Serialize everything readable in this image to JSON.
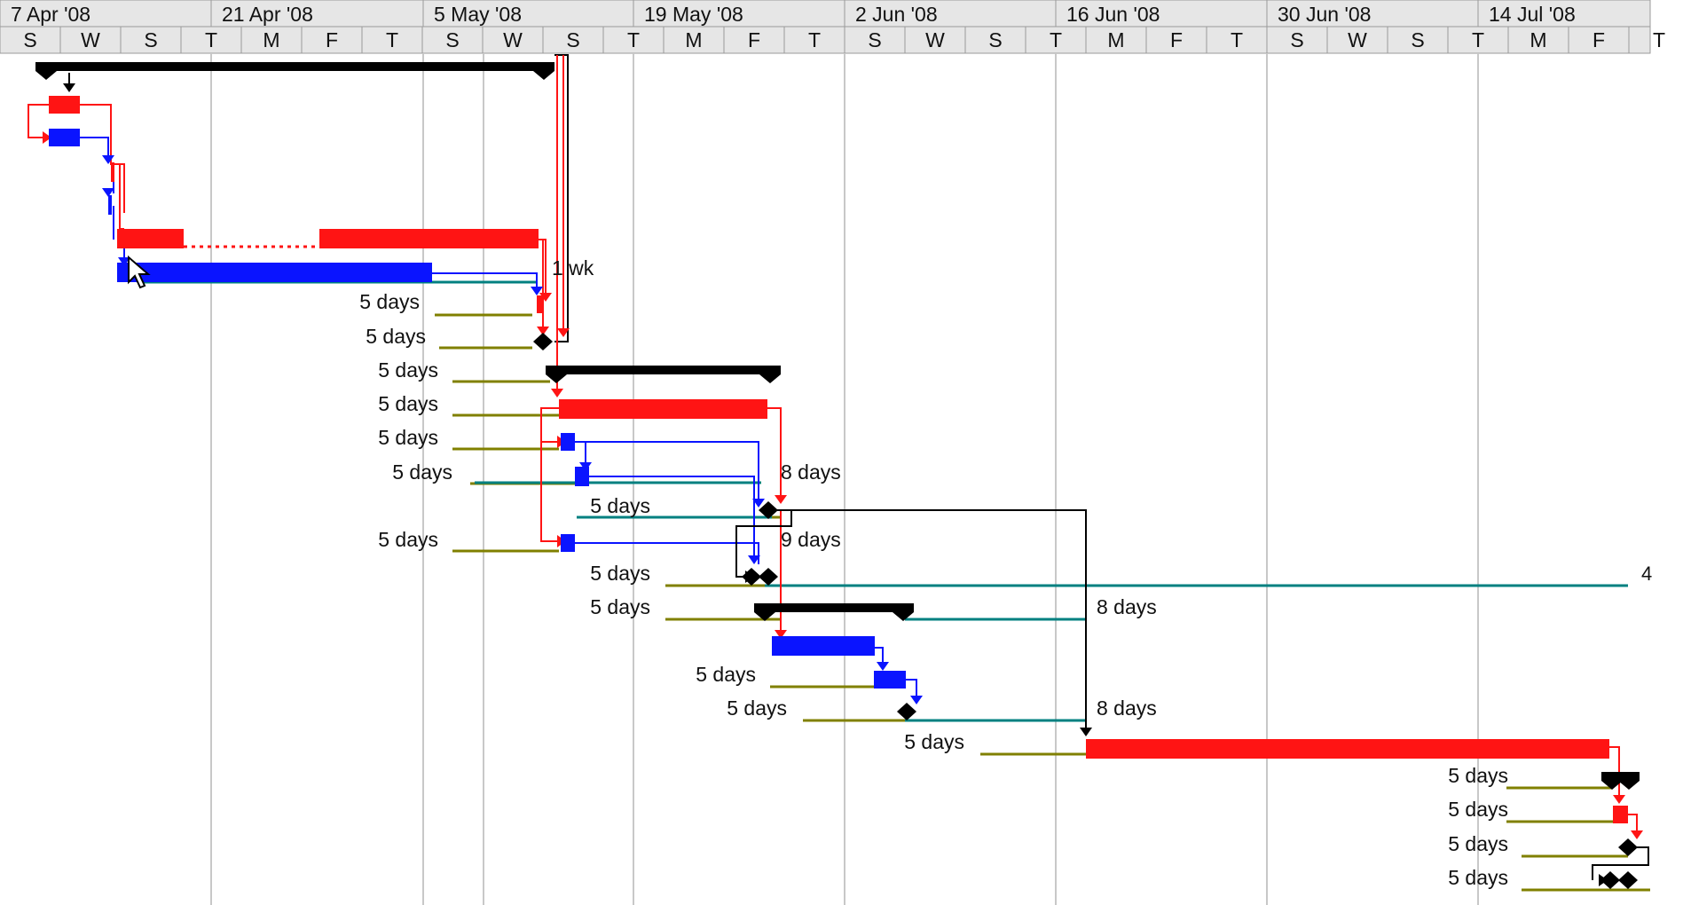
{
  "timescale": {
    "major_labels": [
      "7 Apr '08",
      "21 Apr '08",
      "5 May '08",
      "19 May '08",
      "2 Jun '08",
      "16 Jun '08",
      "30 Jun '08",
      "14 Jul '08"
    ],
    "minor_labels": [
      "S",
      "W",
      "S",
      "T",
      "M",
      "F",
      "T",
      "S",
      "W",
      "S",
      "T",
      "M",
      "F",
      "T",
      "S",
      "W",
      "S",
      "T",
      "M",
      "F",
      "T",
      "S",
      "W",
      "S",
      "T",
      "M",
      "F",
      "T"
    ]
  },
  "task_labels": {
    "slack_1wk": "1 wk",
    "d5": "5 days",
    "d8": "8 days",
    "d9": "9 days",
    "overflow": "4"
  },
  "colors": {
    "critical": "#ff1414",
    "noncritical": "#0a14ff",
    "summary": "#000000",
    "free_slack": "#008080",
    "total_slack": "#808000",
    "gridline": "#c8c8c8",
    "header_bg": "#e6e6e6"
  },
  "icons": {
    "cursor": "mouse-pointer-icon",
    "milestone": "diamond-shape"
  }
}
